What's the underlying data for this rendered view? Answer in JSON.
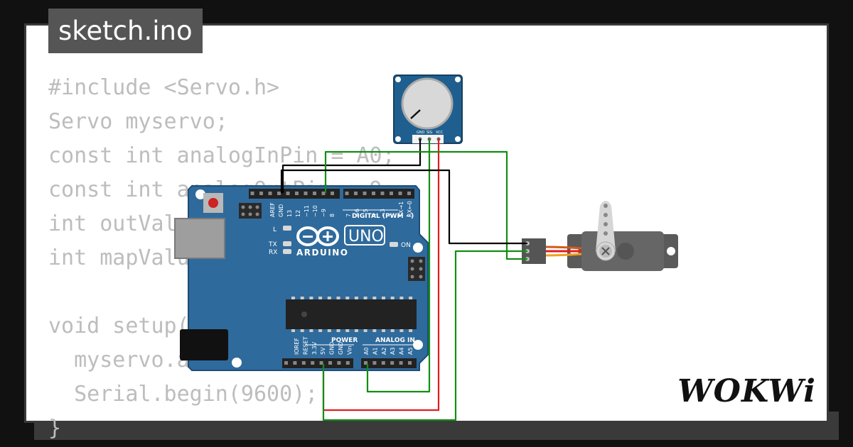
{
  "file_tab": {
    "label": "sketch.ino"
  },
  "code_lines": [
    "#include <Servo.h>",
    "Servo myservo;",
    "const int analogInPin = A0;",
    "const int analogOutPin = 9;",
    "int outValue = 0;",
    "int mapValue = 0;",
    "",
    "void setup() {",
    "  myservo.attach(9);",
    "  Serial.begin(9600);",
    "}"
  ],
  "board": {
    "brand": "ARDUINO",
    "model": "UNO",
    "digital_header": "DIGITAL (PWM ~)",
    "power_header": "POWER",
    "analog_header": "ANALOG IN",
    "on_label": "ON",
    "l_label": "L",
    "tx_label": "TX",
    "rx_label": "RX",
    "top_pins": [
      "AREF",
      "GND",
      "13",
      "12",
      "~11",
      "~10",
      "~9",
      "8",
      "7",
      "~6",
      "~5",
      "4",
      "~3",
      "2",
      "TX→1",
      "RX←0"
    ],
    "power_pins": [
      "IOREF",
      "RESET",
      "3.3V",
      "5V",
      "GND",
      "GND",
      "Vin"
    ],
    "analog_pins": [
      "A0",
      "A1",
      "A2",
      "A3",
      "A4",
      "A5"
    ]
  },
  "potentiometer": {
    "pins": [
      "GND",
      "SIG",
      "VCC"
    ]
  },
  "colors": {
    "board_blue": "#2f6a9c",
    "wire_black": "#000000",
    "wire_green": "#138d13",
    "wire_red": "#e01d1d",
    "servo_body": "#5a5a5a",
    "pot_blue": "#1f5f8f"
  },
  "brand_logo": "WOKWi",
  "icons": [
    "arduino-infinity-icon",
    "servo-horn-icon",
    "potentiometer-knob-icon"
  ]
}
